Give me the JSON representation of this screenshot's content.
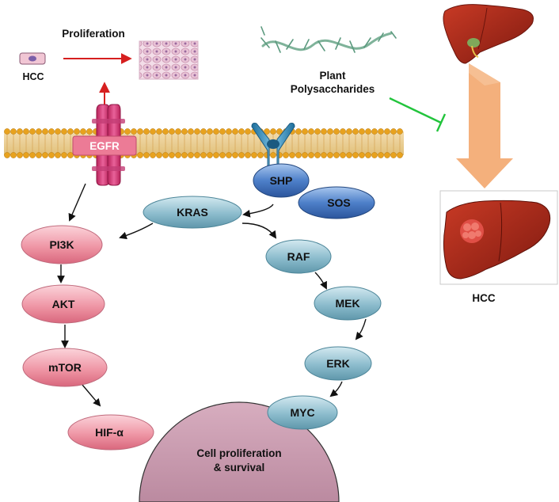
{
  "labels": {
    "proliferation": "Proliferation",
    "hcc_cell": "HCC",
    "plant_line1": "Plant",
    "plant_line2": "Polysaccharides",
    "hcc_liver": "HCC",
    "cell_line1": "Cell proliferation",
    "cell_line2": "& survival"
  },
  "nodes": {
    "egfr": "EGFR",
    "shp": "SHP",
    "sos": "SOS",
    "kras": "KRAS",
    "pi3k": "PI3K",
    "akt": "AKT",
    "mtor": "mTOR",
    "hif": "HIF-α",
    "raf": "RAF",
    "mek": "MEK",
    "erk": "ERK",
    "myc": "MYC"
  },
  "colors": {
    "membrane": "#e8cc88",
    "membrane_heads": "#e8a21e",
    "pink_node": "#eb8a9b",
    "blue_node": "#7ab0c3",
    "dark_blue_node": "#3a6cb7",
    "inhibition": "#22c43c",
    "activation_red": "#d61f1f",
    "liver_arrow": "#f4b07c",
    "cell_body": "#c695aa"
  }
}
